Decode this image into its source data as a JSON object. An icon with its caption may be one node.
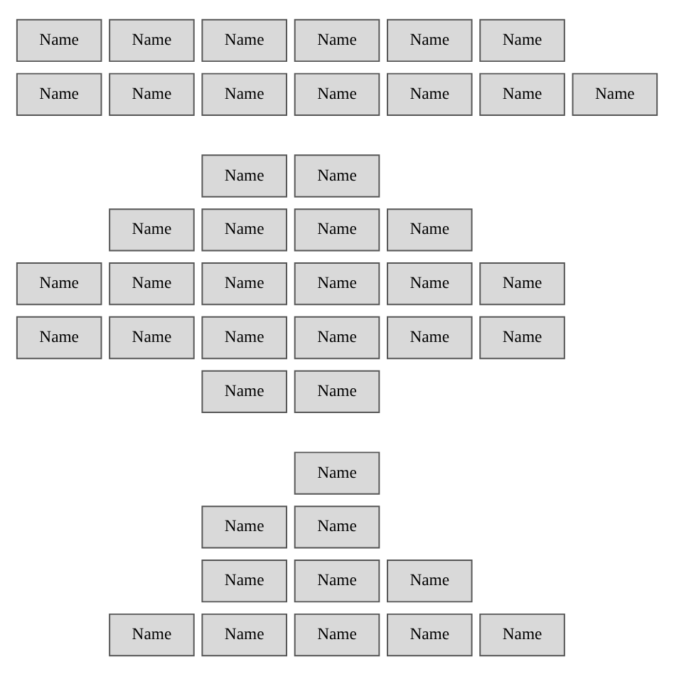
{
  "diagram": {
    "nodes": [
      {
        "text": [
          "Name"
        ]
      },
      {
        "text": [
          "Name"
        ]
      },
      {
        "text": [
          "Name"
        ]
      },
      {
        "text": [
          "Name"
        ]
      },
      {
        "text": [
          "Name"
        ]
      },
      {
        "text": [
          "Name"
        ]
      },
      {
        "text": [
          "Name"
        ]
      },
      {
        "text": [
          "Name"
        ]
      },
      {
        "text": [
          "Name"
        ]
      },
      {
        "text": [
          "Name"
        ]
      },
      {
        "text": [
          "Name"
        ]
      },
      {
        "text": [
          "Name"
        ]
      },
      {
        "text": [
          "Name"
        ]
      },
      {
        "text": [
          "Name"
        ]
      },
      {
        "text": [
          "Name"
        ]
      },
      {
        "text": [
          "Name"
        ]
      },
      {
        "text": [
          "Name"
        ]
      },
      {
        "text": [
          "Name"
        ]
      },
      {
        "text": [
          "Name"
        ]
      },
      {
        "text": [
          "Name"
        ]
      },
      {
        "text": [
          "Name"
        ]
      },
      {
        "text": [
          "Name"
        ]
      },
      {
        "text": [
          "Name"
        ]
      },
      {
        "text": [
          "Name"
        ]
      },
      {
        "text": [
          "Name"
        ]
      },
      {
        "text": [
          "Name"
        ]
      },
      {
        "text": [
          "Name"
        ]
      },
      {
        "text": [
          "Name"
        ]
      },
      {
        "text": [
          "Name"
        ]
      },
      {
        "text": [
          "Name"
        ]
      },
      {
        "text": [
          "Name"
        ]
      },
      {
        "text": [
          "Name"
        ]
      },
      {
        "text": [
          "Name"
        ]
      },
      {
        "text": [
          "Name"
        ]
      },
      {
        "text": [
          "Name"
        ]
      },
      {
        "text": [
          "Name"
        ]
      },
      {
        "text": [
          "Name"
        ]
      },
      {
        "text": [
          "Name"
        ]
      },
      {
        "text": [
          "Name"
        ]
      },
      {
        "text": [
          "Name"
        ]
      },
      {
        "text": [
          "Name"
        ]
      },
      {
        "text": [
          "Name"
        ]
      },
      {
        "text": [
          "Name"
        ]
      },
      {
        "text": [
          "Name"
        ]
      }
    ],
    "edges": []
  }
}
